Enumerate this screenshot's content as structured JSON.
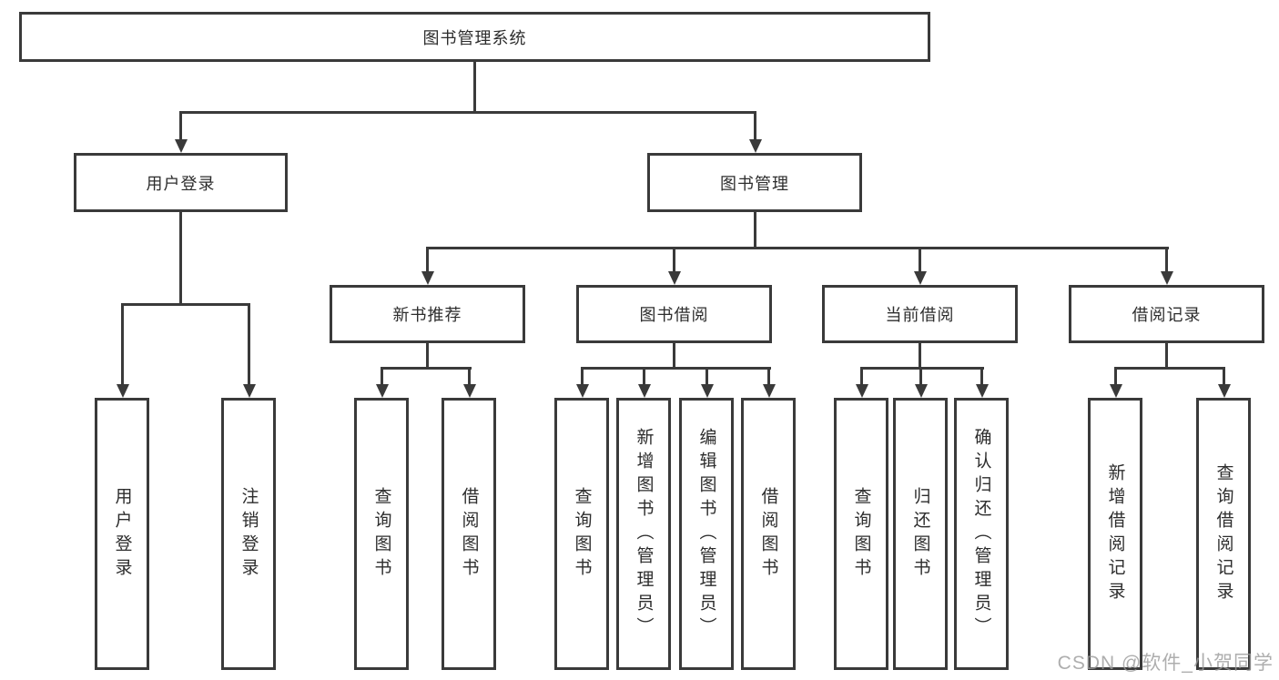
{
  "colors": {
    "line": "#3a3a3a",
    "text": "#2d2d2d",
    "watermark": "#9a9a9a"
  },
  "diagram": {
    "root": {
      "label": "图书管理系统"
    },
    "level2": [
      {
        "label": "用户登录"
      },
      {
        "label": "图书管理"
      }
    ],
    "level3": [
      {
        "label": "新书推荐"
      },
      {
        "label": "图书借阅"
      },
      {
        "label": "当前借阅"
      },
      {
        "label": "借阅记录"
      }
    ],
    "leaves": {
      "user": [
        "用户登录",
        "注销登录"
      ],
      "newbooks": [
        "查询图书",
        "借阅图书"
      ],
      "borrow": [
        "查询图书",
        "新增图书（管理员）",
        "编辑图书（管理员）",
        "借阅图书"
      ],
      "current": [
        "查询图书",
        "归还图书",
        "确认归还（管理员）"
      ],
      "records": [
        "新增借阅记录",
        "查询借阅记录"
      ]
    }
  },
  "watermark": {
    "text": "CSDN @软件_小贺同学"
  }
}
